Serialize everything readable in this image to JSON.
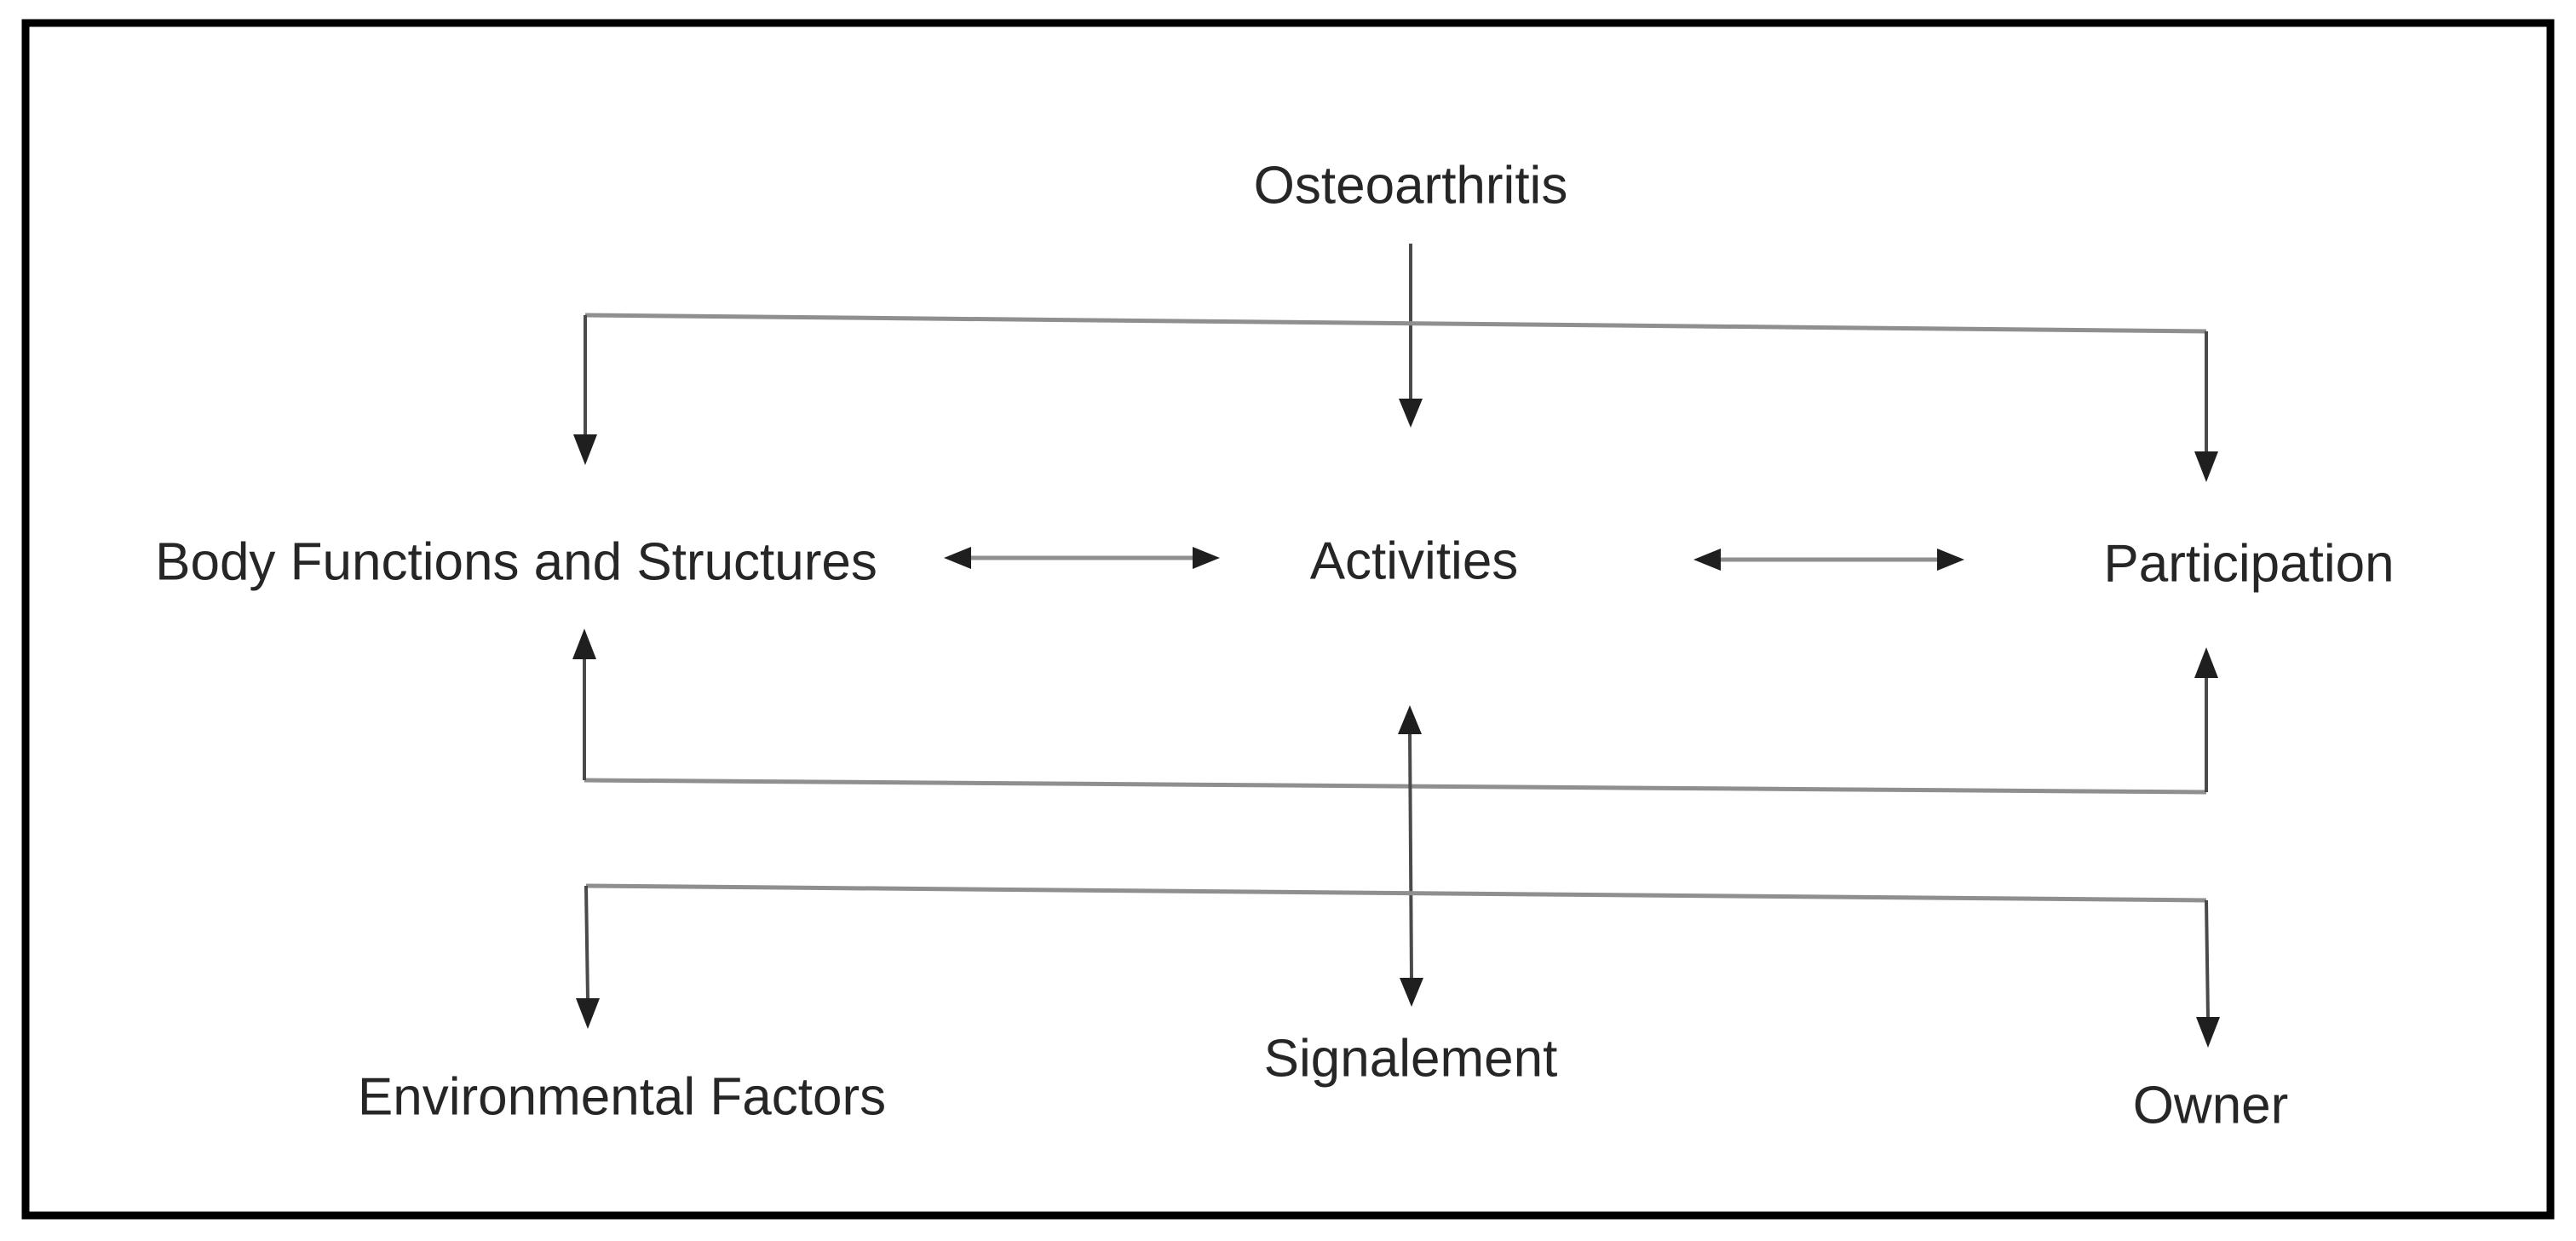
{
  "diagram": {
    "nodes": [
      {
        "id": "osteoarthritis",
        "label": "Osteoarthritis"
      },
      {
        "id": "body-functions",
        "label": "Body Functions and Structures"
      },
      {
        "id": "activities",
        "label": "Activities"
      },
      {
        "id": "participation",
        "label": "Participation"
      },
      {
        "id": "environmental-factors",
        "label": "Environmental Factors"
      },
      {
        "id": "signalement",
        "label": "Signalement"
      },
      {
        "id": "owner",
        "label": "Owner"
      }
    ],
    "edges": [
      {
        "from": "osteoarthritis",
        "to": "activities",
        "style": "arrow-down"
      },
      {
        "from": "osteoarthritis",
        "to": "body-functions",
        "style": "arrow-down-branch"
      },
      {
        "from": "osteoarthritis",
        "to": "participation",
        "style": "arrow-down-branch"
      },
      {
        "from": "body-functions",
        "to": "activities",
        "style": "double-arrow-horizontal"
      },
      {
        "from": "activities",
        "to": "participation",
        "style": "double-arrow-horizontal"
      },
      {
        "from": "activities",
        "to": "signalement",
        "style": "double-arrow-vertical"
      },
      {
        "from": "feedback-line",
        "to": "body-functions",
        "style": "arrow-up-branch"
      },
      {
        "from": "feedback-line",
        "to": "participation",
        "style": "arrow-up-branch"
      },
      {
        "from": "branch-line",
        "to": "environmental-factors",
        "style": "arrow-down-branch"
      },
      {
        "from": "branch-line",
        "to": "owner",
        "style": "arrow-down-branch"
      }
    ],
    "colors": {
      "frame": "#000000",
      "connector_gray": "#8f8f8f",
      "connector_dark": "#4a4a4a",
      "arrowhead": "#1f1f1f",
      "text": "#262626",
      "background": "#ffffff"
    }
  }
}
